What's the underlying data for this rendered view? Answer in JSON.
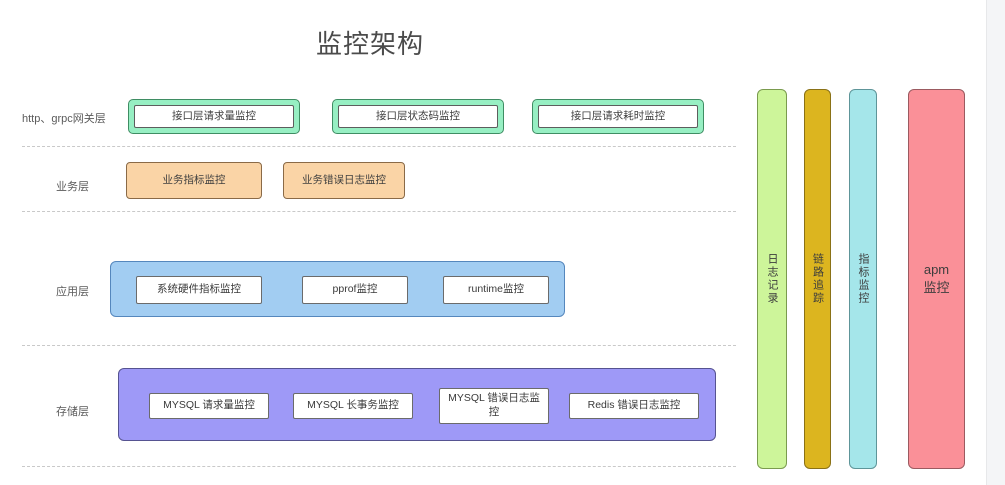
{
  "diagram": {
    "title": "监控架构",
    "layers": [
      {
        "label": "http、grpc网关层",
        "boxes": [
          {
            "text": "接口层请求量监控"
          },
          {
            "text": "接口层状态码监控"
          },
          {
            "text": "接口层请求耗时监控"
          }
        ]
      },
      {
        "label": "业务层",
        "boxes": [
          {
            "text": "业务指标监控"
          },
          {
            "text": "业务错误日志监控"
          }
        ]
      },
      {
        "label": "应用层",
        "boxes": [
          {
            "text": "系统硬件指标监控"
          },
          {
            "text": "pprof监控"
          },
          {
            "text": "runtime监控"
          }
        ]
      },
      {
        "label": "存储层",
        "boxes": [
          {
            "text": "MYSQL 请求量监控"
          },
          {
            "text": "MYSQL 长事务监控"
          },
          {
            "text": "MYSQL 错误日志监控"
          },
          {
            "text": "Redis 错误日志监控"
          }
        ]
      }
    ],
    "pillars": [
      {
        "text": "日志记录",
        "color": "#cdf59a",
        "border": "#7a9b4e"
      },
      {
        "text": "链路追踪",
        "color": "#dcb51f",
        "border": "#8a7116"
      },
      {
        "text": "指标监控",
        "color": "#a5e6ea",
        "border": "#5e9599"
      },
      {
        "text_line1": "apm",
        "text_line2": "监控",
        "color": "#fa9098",
        "border": "#9b5a60"
      }
    ]
  }
}
